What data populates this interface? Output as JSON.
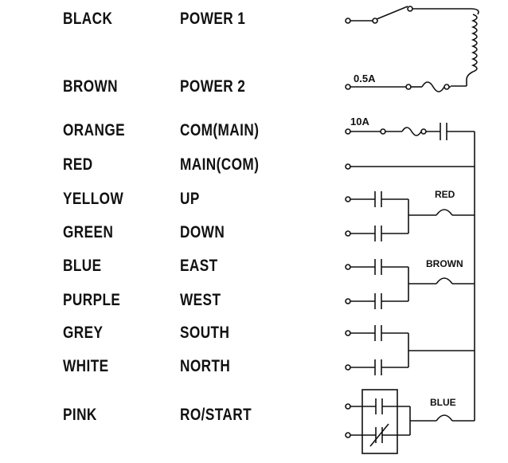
{
  "rows": [
    {
      "color": "BLACK",
      "function": "POWER 1"
    },
    {
      "color": "BROWN",
      "function": "POWER 2"
    },
    {
      "color": "ORANGE",
      "function": "COM(MAIN)"
    },
    {
      "color": "RED",
      "function": "MAIN(COM)"
    },
    {
      "color": "YELLOW",
      "function": "UP"
    },
    {
      "color": "GREEN",
      "function": "DOWN"
    },
    {
      "color": "BLUE",
      "function": "EAST"
    },
    {
      "color": "PURPLE",
      "function": "WEST"
    },
    {
      "color": "GREY",
      "function": "SOUTH"
    },
    {
      "color": "WHITE",
      "function": "NORTH"
    },
    {
      "color": "PINK",
      "function": "RO/START"
    }
  ],
  "diagram": {
    "fuse_small": "0.5A",
    "fuse_large": "10A",
    "motor_labels": [
      "RED",
      "BROWN",
      "BLUE"
    ]
  }
}
